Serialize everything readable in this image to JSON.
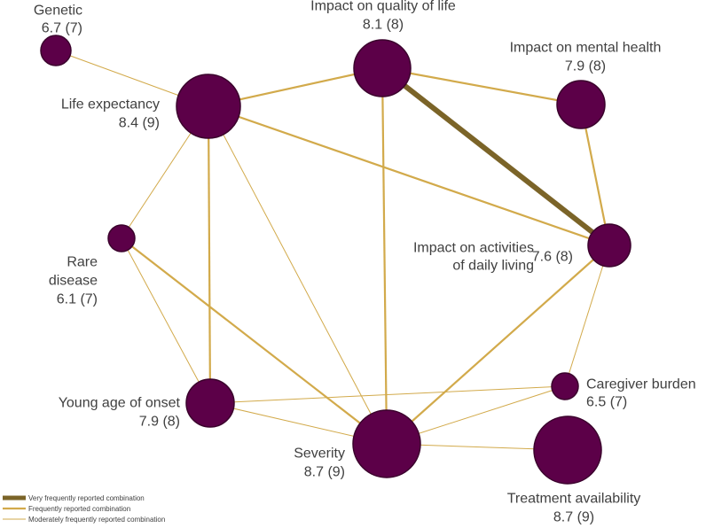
{
  "colors": {
    "node_fill": "#5c0048",
    "node_stroke": "#3a002c",
    "edge_very_frequent": "#7b6428",
    "edge_frequent": "#d2aa4b",
    "edge_moderate": "#d2aa4b",
    "label_text": "#404040"
  },
  "nodes": [
    {
      "id": "genetic",
      "lines": [
        "Genetic",
        "6.7 (7)"
      ],
      "score": 6.7,
      "count": 7
    },
    {
      "id": "quality-of-life",
      "lines": [
        "Impact on quality of life",
        "8.1 (8)"
      ],
      "score": 8.1,
      "count": 8
    },
    {
      "id": "mental-health",
      "lines": [
        "Impact on mental health",
        "7.9 (8)"
      ],
      "score": 7.9,
      "count": 8
    },
    {
      "id": "life-expectancy",
      "lines": [
        "Life expectancy",
        "8.4 (9)"
      ],
      "score": 8.4,
      "count": 9
    },
    {
      "id": "activities-daily-living",
      "lines": [
        "Impact on activities",
        "of daily living"
      ],
      "value_label": "7.6 (8)",
      "score": 7.6,
      "count": 8
    },
    {
      "id": "rare-disease",
      "lines": [
        "Rare",
        "disease",
        "6.1 (7)"
      ],
      "score": 6.1,
      "count": 7
    },
    {
      "id": "young-age-onset",
      "lines": [
        "Young age of onset",
        "7.9 (8)"
      ],
      "score": 7.9,
      "count": 8
    },
    {
      "id": "caregiver-burden",
      "lines": [
        "Caregiver burden",
        "6.5 (7)"
      ],
      "score": 6.5,
      "count": 7
    },
    {
      "id": "severity",
      "lines": [
        "Severity",
        "8.7 (9)"
      ],
      "score": 8.7,
      "count": 9
    },
    {
      "id": "treatment-availability",
      "lines": [
        "Treatment availability",
        "8.7 (9)"
      ],
      "score": 8.7,
      "count": 9
    }
  ],
  "edges": [
    {
      "from": "genetic",
      "to": "life-expectancy",
      "level": "moderate"
    },
    {
      "from": "life-expectancy",
      "to": "quality-of-life",
      "level": "frequent"
    },
    {
      "from": "quality-of-life",
      "to": "mental-health",
      "level": "frequent"
    },
    {
      "from": "quality-of-life",
      "to": "activities-daily-living",
      "level": "very_frequent"
    },
    {
      "from": "quality-of-life",
      "to": "severity",
      "level": "frequent"
    },
    {
      "from": "mental-health",
      "to": "activities-daily-living",
      "level": "frequent"
    },
    {
      "from": "life-expectancy",
      "to": "activities-daily-living",
      "level": "frequent"
    },
    {
      "from": "life-expectancy",
      "to": "young-age-onset",
      "level": "frequent"
    },
    {
      "from": "life-expectancy",
      "to": "rare-disease",
      "level": "moderate"
    },
    {
      "from": "life-expectancy",
      "to": "severity",
      "level": "moderate"
    },
    {
      "from": "rare-disease",
      "to": "severity",
      "level": "frequent"
    },
    {
      "from": "rare-disease",
      "to": "young-age-onset",
      "level": "moderate"
    },
    {
      "from": "activities-daily-living",
      "to": "severity",
      "level": "frequent"
    },
    {
      "from": "activities-daily-living",
      "to": "caregiver-burden",
      "level": "moderate"
    },
    {
      "from": "young-age-onset",
      "to": "caregiver-burden",
      "level": "moderate"
    },
    {
      "from": "young-age-onset",
      "to": "severity",
      "level": "moderate"
    },
    {
      "from": "caregiver-burden",
      "to": "severity",
      "level": "moderate"
    },
    {
      "from": "severity",
      "to": "treatment-availability",
      "level": "moderate"
    }
  ],
  "legend": [
    {
      "level": "very_frequent",
      "label": "Very frequently reported combination"
    },
    {
      "level": "frequent",
      "label": "Frequently reported combination"
    },
    {
      "level": "moderate",
      "label": "Moderately frequently reported combination"
    }
  ]
}
